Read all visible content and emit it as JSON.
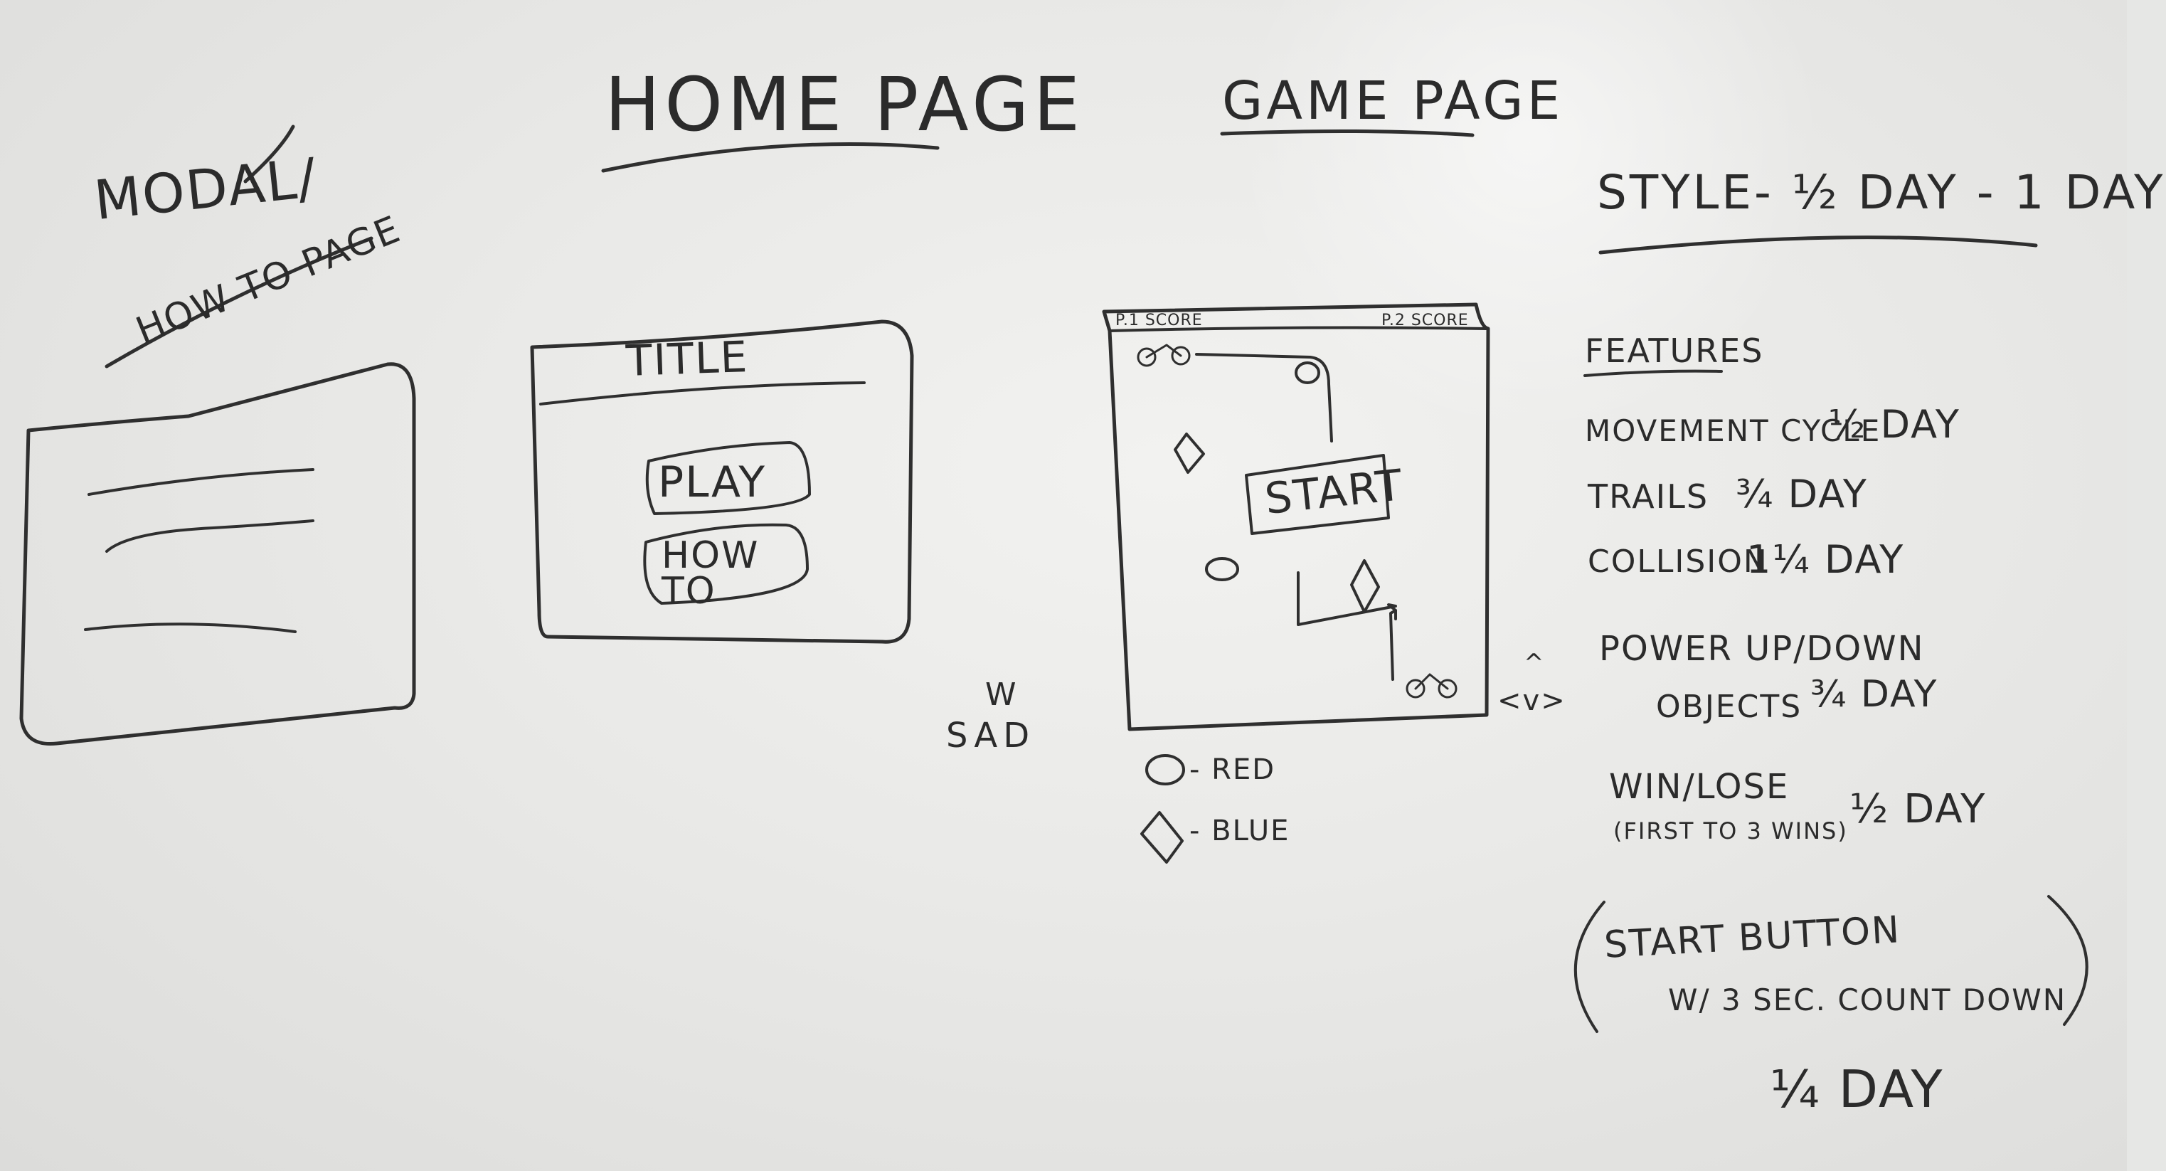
{
  "modal": {
    "heading": "MODAL/",
    "subheading": "HOW TO PAGE"
  },
  "home": {
    "heading": "HOME PAGE",
    "title_label": "TITLE",
    "play_label": "PLAY",
    "howto_line1": "HOW",
    "howto_line2": "TO"
  },
  "controls": {
    "wasd_top": "W",
    "wasd_bottom": "SAD",
    "arrows": "<v>",
    "arrow_up": "^"
  },
  "game": {
    "heading": "GAME PAGE",
    "p1_score": "P.1 SCORE",
    "p2_score": "P.2 SCORE",
    "start_label": "START",
    "legend_red": "- RED",
    "legend_blue": "- BLUE"
  },
  "plan": {
    "style_line": "STYLE- ½ DAY - 1 DAY",
    "features_heading": "FEATURES",
    "features": [
      {
        "name": "MOVEMENT CYCLE",
        "estimate": "½ DAY"
      },
      {
        "name": "TRAILS",
        "estimate": "¾ DAY"
      },
      {
        "name": "COLLISION",
        "estimate": "1¼ DAY"
      }
    ],
    "powerup_line1": "POWER UP/DOWN",
    "powerup_line2": "OBJECTS",
    "powerup_estimate": "¾ DAY",
    "winlose_name": "WIN/LOSE",
    "winlose_note": "(FIRST TO 3 WINS)",
    "winlose_estimate": "½ DAY",
    "start_line1": "START BUTTON",
    "start_line2": "W/ 3 SEC. COUNT DOWN",
    "start_estimate": "¼ DAY"
  }
}
